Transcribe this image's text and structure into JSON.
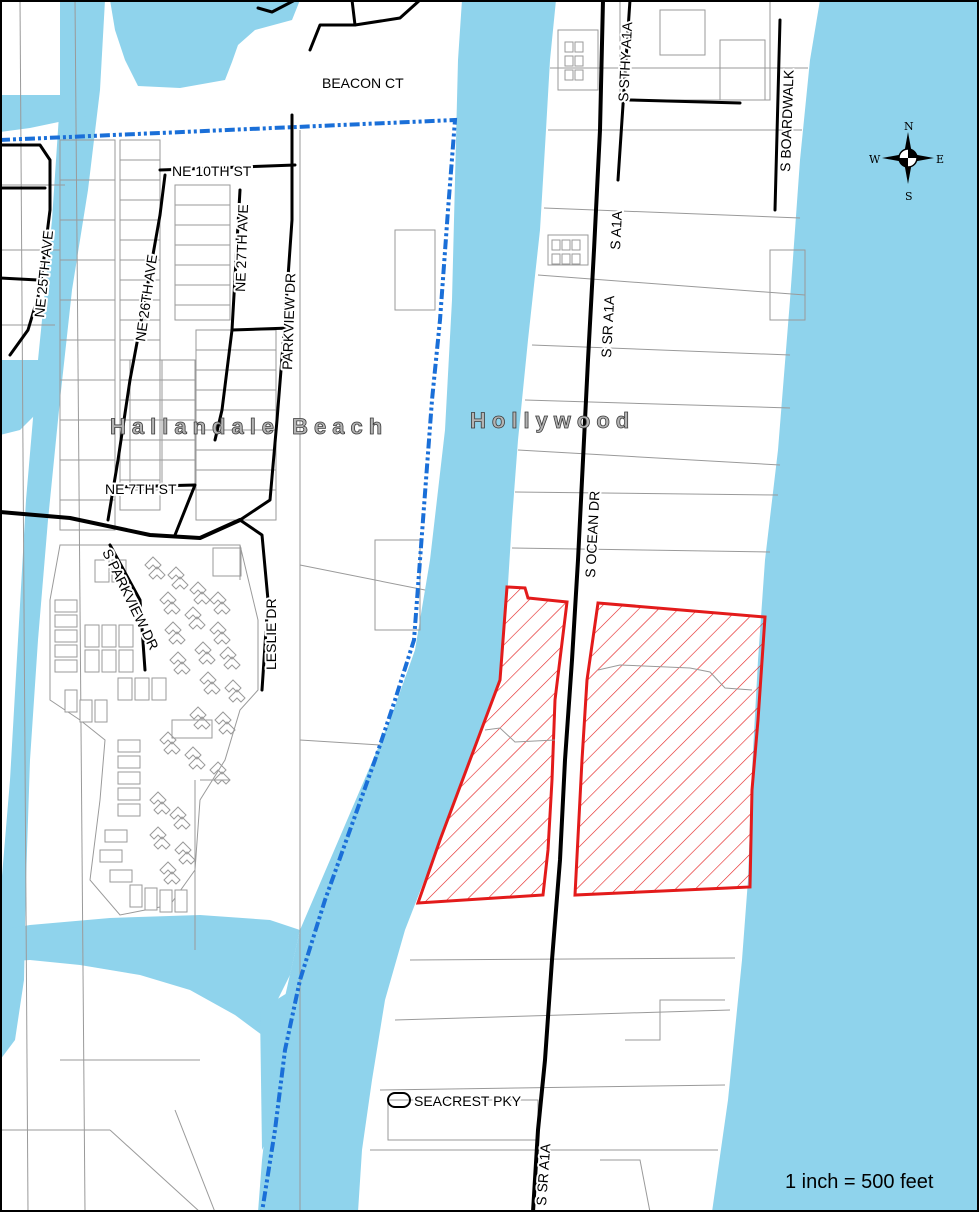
{
  "colors": {
    "water": "#8fd3ec",
    "land": "#ffffff",
    "parcel_line": "#9a9a9a",
    "road": "#000000",
    "city_boundary": "#1a6fd8",
    "subject_site": "#e31b1b",
    "city_label_fill": "#b3b3b3"
  },
  "cities": {
    "west": "Hallandale Beach",
    "east": "Hollywood"
  },
  "streets": {
    "beacon_ct": "BEACON CT",
    "ne_10th_st": "NE 10TH ST",
    "ne_7th_st": "NE 7TH ST",
    "ne_25th_ave": "NE 25TH AVE",
    "ne_26th_ave": "NE 26TH AVE",
    "ne_27th_ave": "NE 27TH AVE",
    "parkview_dr": "PARKVIEW DR",
    "s_parkview_dr": "S PARKVIEW DR",
    "leslie_dr": "LESLIE DR",
    "s_sthy_a1a": "S STHY A1A",
    "s_a1a": "S A1A",
    "s_sr_a1a_north": "S SR A1A",
    "s_ocean_dr": "S OCEAN DR",
    "s_sr_a1a_south": "S SR A1A",
    "s_boardwalk": "S BOARDWALK",
    "seacrest_pky": "SEACREST PKY"
  },
  "compass": {
    "icon": "compass-rose-icon",
    "n": "N",
    "s": "S",
    "e": "E",
    "w": "W"
  },
  "scale_text": "1 inch = 500 feet"
}
